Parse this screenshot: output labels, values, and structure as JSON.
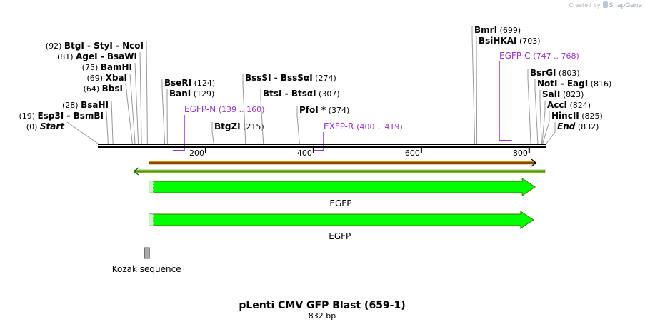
{
  "brand": {
    "created_by": "Created by",
    "product": "SnapGene"
  },
  "title": "pLenti CMV GFP Blast (659-1)",
  "length_label": "832 bp",
  "sequence_length": 832,
  "colors": {
    "backbone": "#000000",
    "primer": "#9a30d0",
    "feature": "#00ff00",
    "feature_border": "#3a7a00",
    "orf": "#ff9900",
    "orf_rev": "#88cc22",
    "kozak": "#aaaaaa"
  },
  "ruler": {
    "ticks": [
      "200",
      "400",
      "600",
      "800"
    ],
    "tick_values": [
      200,
      400,
      600,
      800
    ]
  },
  "sites": [
    {
      "pos_label": "(0)",
      "name": "Start",
      "italic": true,
      "pos": 0
    },
    {
      "pos_label": "(19)",
      "name": "Esp3I  -  BsmBI",
      "pos": 19
    },
    {
      "pos_label": "(28)",
      "name": "BsaHI",
      "pos": 28
    },
    {
      "pos_label": "(64)",
      "name": "BbsI",
      "pos": 64
    },
    {
      "pos_label": "(69)",
      "name": "XbaI",
      "pos": 69
    },
    {
      "pos_label": "(75)",
      "name": "BamHI",
      "pos": 75
    },
    {
      "pos_label": "(81)",
      "name": "AgeI  -  BsaWI",
      "pos": 81
    },
    {
      "pos_label": "(92)",
      "name": "BtgI  -  StyI  -  NcoI",
      "pos": 92
    },
    {
      "pos_label": "(124)",
      "name": "BseRI",
      "pos": 124
    },
    {
      "pos_label": "(129)",
      "name": "BanI",
      "pos": 129
    },
    {
      "pos_label": "(215)",
      "name": "BtgZI",
      "pos": 215
    },
    {
      "pos_label": "(274)",
      "name": "BssSI  -  BssSαI",
      "pos": 274
    },
    {
      "pos_label": "(307)",
      "name": "BtsI  -  BtsαI",
      "pos": 307
    },
    {
      "pos_label": "(374)",
      "name": "PfoI *",
      "pos": 374
    },
    {
      "pos_label": "(699)",
      "name": "BmrI",
      "pos": 699
    },
    {
      "pos_label": "(703)",
      "name": "BsiHKAI",
      "pos": 703
    },
    {
      "pos_label": "(803)",
      "name": "BsrGI",
      "pos": 803
    },
    {
      "pos_label": "(816)",
      "name": "NotI  -  EagI",
      "pos": 816
    },
    {
      "pos_label": "(823)",
      "name": "SalI",
      "pos": 823
    },
    {
      "pos_label": "(824)",
      "name": "AccI",
      "pos": 824
    },
    {
      "pos_label": "(825)",
      "name": "HincII",
      "pos": 825
    },
    {
      "pos_label": "(832)",
      "name": "End",
      "italic": true,
      "pos": 832
    }
  ],
  "primers": [
    {
      "name": "EGFP-N",
      "range": "(139 .. 160)",
      "start": 139,
      "end": 160,
      "strand": "forward"
    },
    {
      "name": "EXFP-R",
      "range": "(400 .. 419)",
      "start": 400,
      "end": 419,
      "strand": "reverse"
    },
    {
      "name": "EGFP-C",
      "range": "(747 .. 768)",
      "start": 747,
      "end": 768,
      "strand": "forward"
    }
  ],
  "orfs": [
    {
      "start": 95,
      "end": 811,
      "strand": "forward"
    },
    {
      "start": 70,
      "end": 832,
      "strand": "reverse"
    }
  ],
  "features": [
    {
      "name": "EGFP",
      "start": 95,
      "end": 811
    },
    {
      "name": "EGFP",
      "start": 95,
      "end": 808
    }
  ],
  "kozak": {
    "name": "Kozak sequence",
    "start": 89,
    "end": 98
  }
}
